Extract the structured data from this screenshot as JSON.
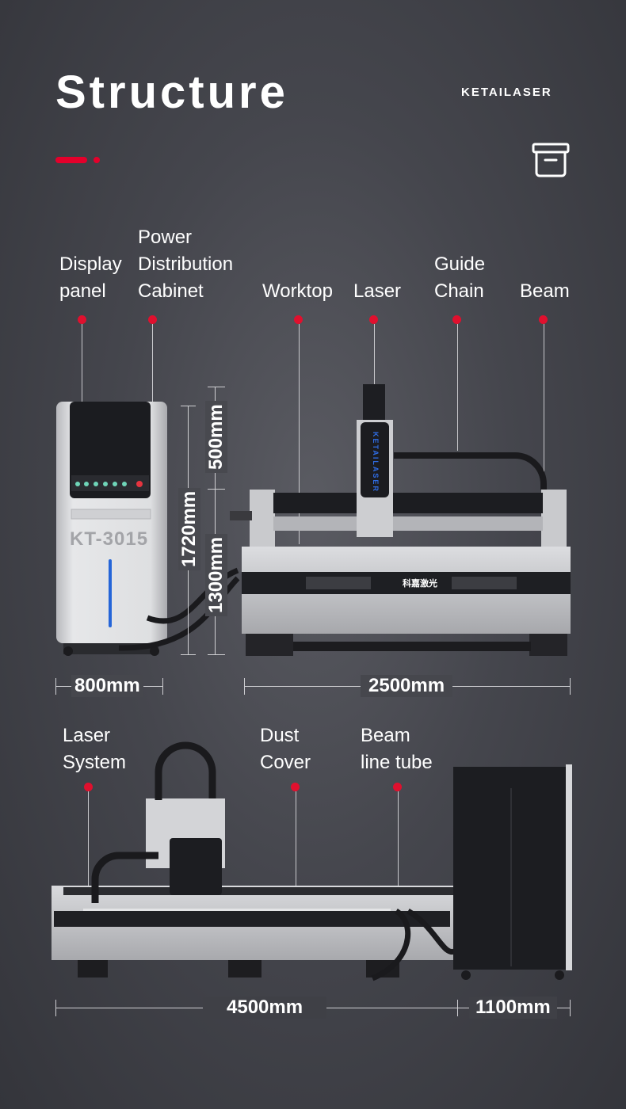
{
  "header": {
    "title": "Structure",
    "brand": "KETAILASER",
    "accent_color": "#e4002b",
    "icon": "archive-box-icon"
  },
  "top_view": {
    "callouts": [
      {
        "id": "display-panel",
        "lines": [
          "Display",
          "panel"
        ]
      },
      {
        "id": "power-distribution-cabinet",
        "lines": [
          "Power",
          "Distribution",
          "Cabinet"
        ]
      },
      {
        "id": "worktop",
        "lines": [
          "Worktop"
        ]
      },
      {
        "id": "laser",
        "lines": [
          "Laser"
        ]
      },
      {
        "id": "guide-chain",
        "lines": [
          "Guide",
          "Chain"
        ]
      },
      {
        "id": "beam",
        "lines": [
          "Beam"
        ]
      }
    ],
    "cabinet_model": "KT-3015",
    "logo_text": "科嘉激光",
    "head_brand": "KETAILASER",
    "dimensions": {
      "height_total": "1720mm",
      "height_upper": "500mm",
      "height_lower": "1300mm",
      "width_cabinet": "800mm",
      "width_machine": "2500mm"
    }
  },
  "side_view": {
    "callouts": [
      {
        "id": "laser-system",
        "lines": [
          "Laser",
          "System"
        ]
      },
      {
        "id": "dust-cover",
        "lines": [
          "Dust",
          "Cover"
        ]
      },
      {
        "id": "beam-line-tube",
        "lines": [
          "Beam",
          "line tube"
        ]
      }
    ],
    "dimensions": {
      "length_machine": "4500mm",
      "length_cabinet": "1100mm"
    }
  }
}
